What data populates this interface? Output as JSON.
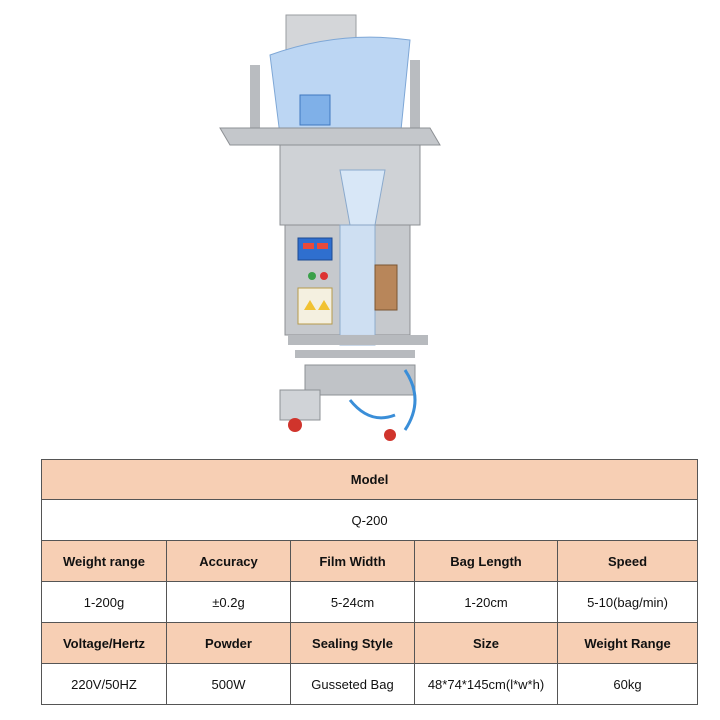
{
  "product_image": {
    "icon": "packaging-machine-photo",
    "panel_text": "",
    "colors": {
      "steel": "#c9ccd0",
      "film": "#9fc4ee",
      "panel": "#2f6fcf"
    }
  },
  "table": {
    "model_header": "Model",
    "model_value": "Q-200",
    "row1_headers": [
      "Weight range",
      "Accuracy",
      "Film Width",
      "Bag Length",
      "Speed"
    ],
    "row1_values": [
      "1-200g",
      "±0.2g",
      "5-24cm",
      "1-20cm",
      "5-10(bag/min)"
    ],
    "row2_headers": [
      "Voltage/Hertz",
      "Powder",
      "Sealing Style",
      "Size",
      "Weight Range"
    ],
    "row2_values": [
      "220V/50HZ",
      "500W",
      "Gusseted Bag",
      "48*74*145cm(l*w*h)",
      "60kg"
    ],
    "header_bg": "#f7cfb4"
  }
}
